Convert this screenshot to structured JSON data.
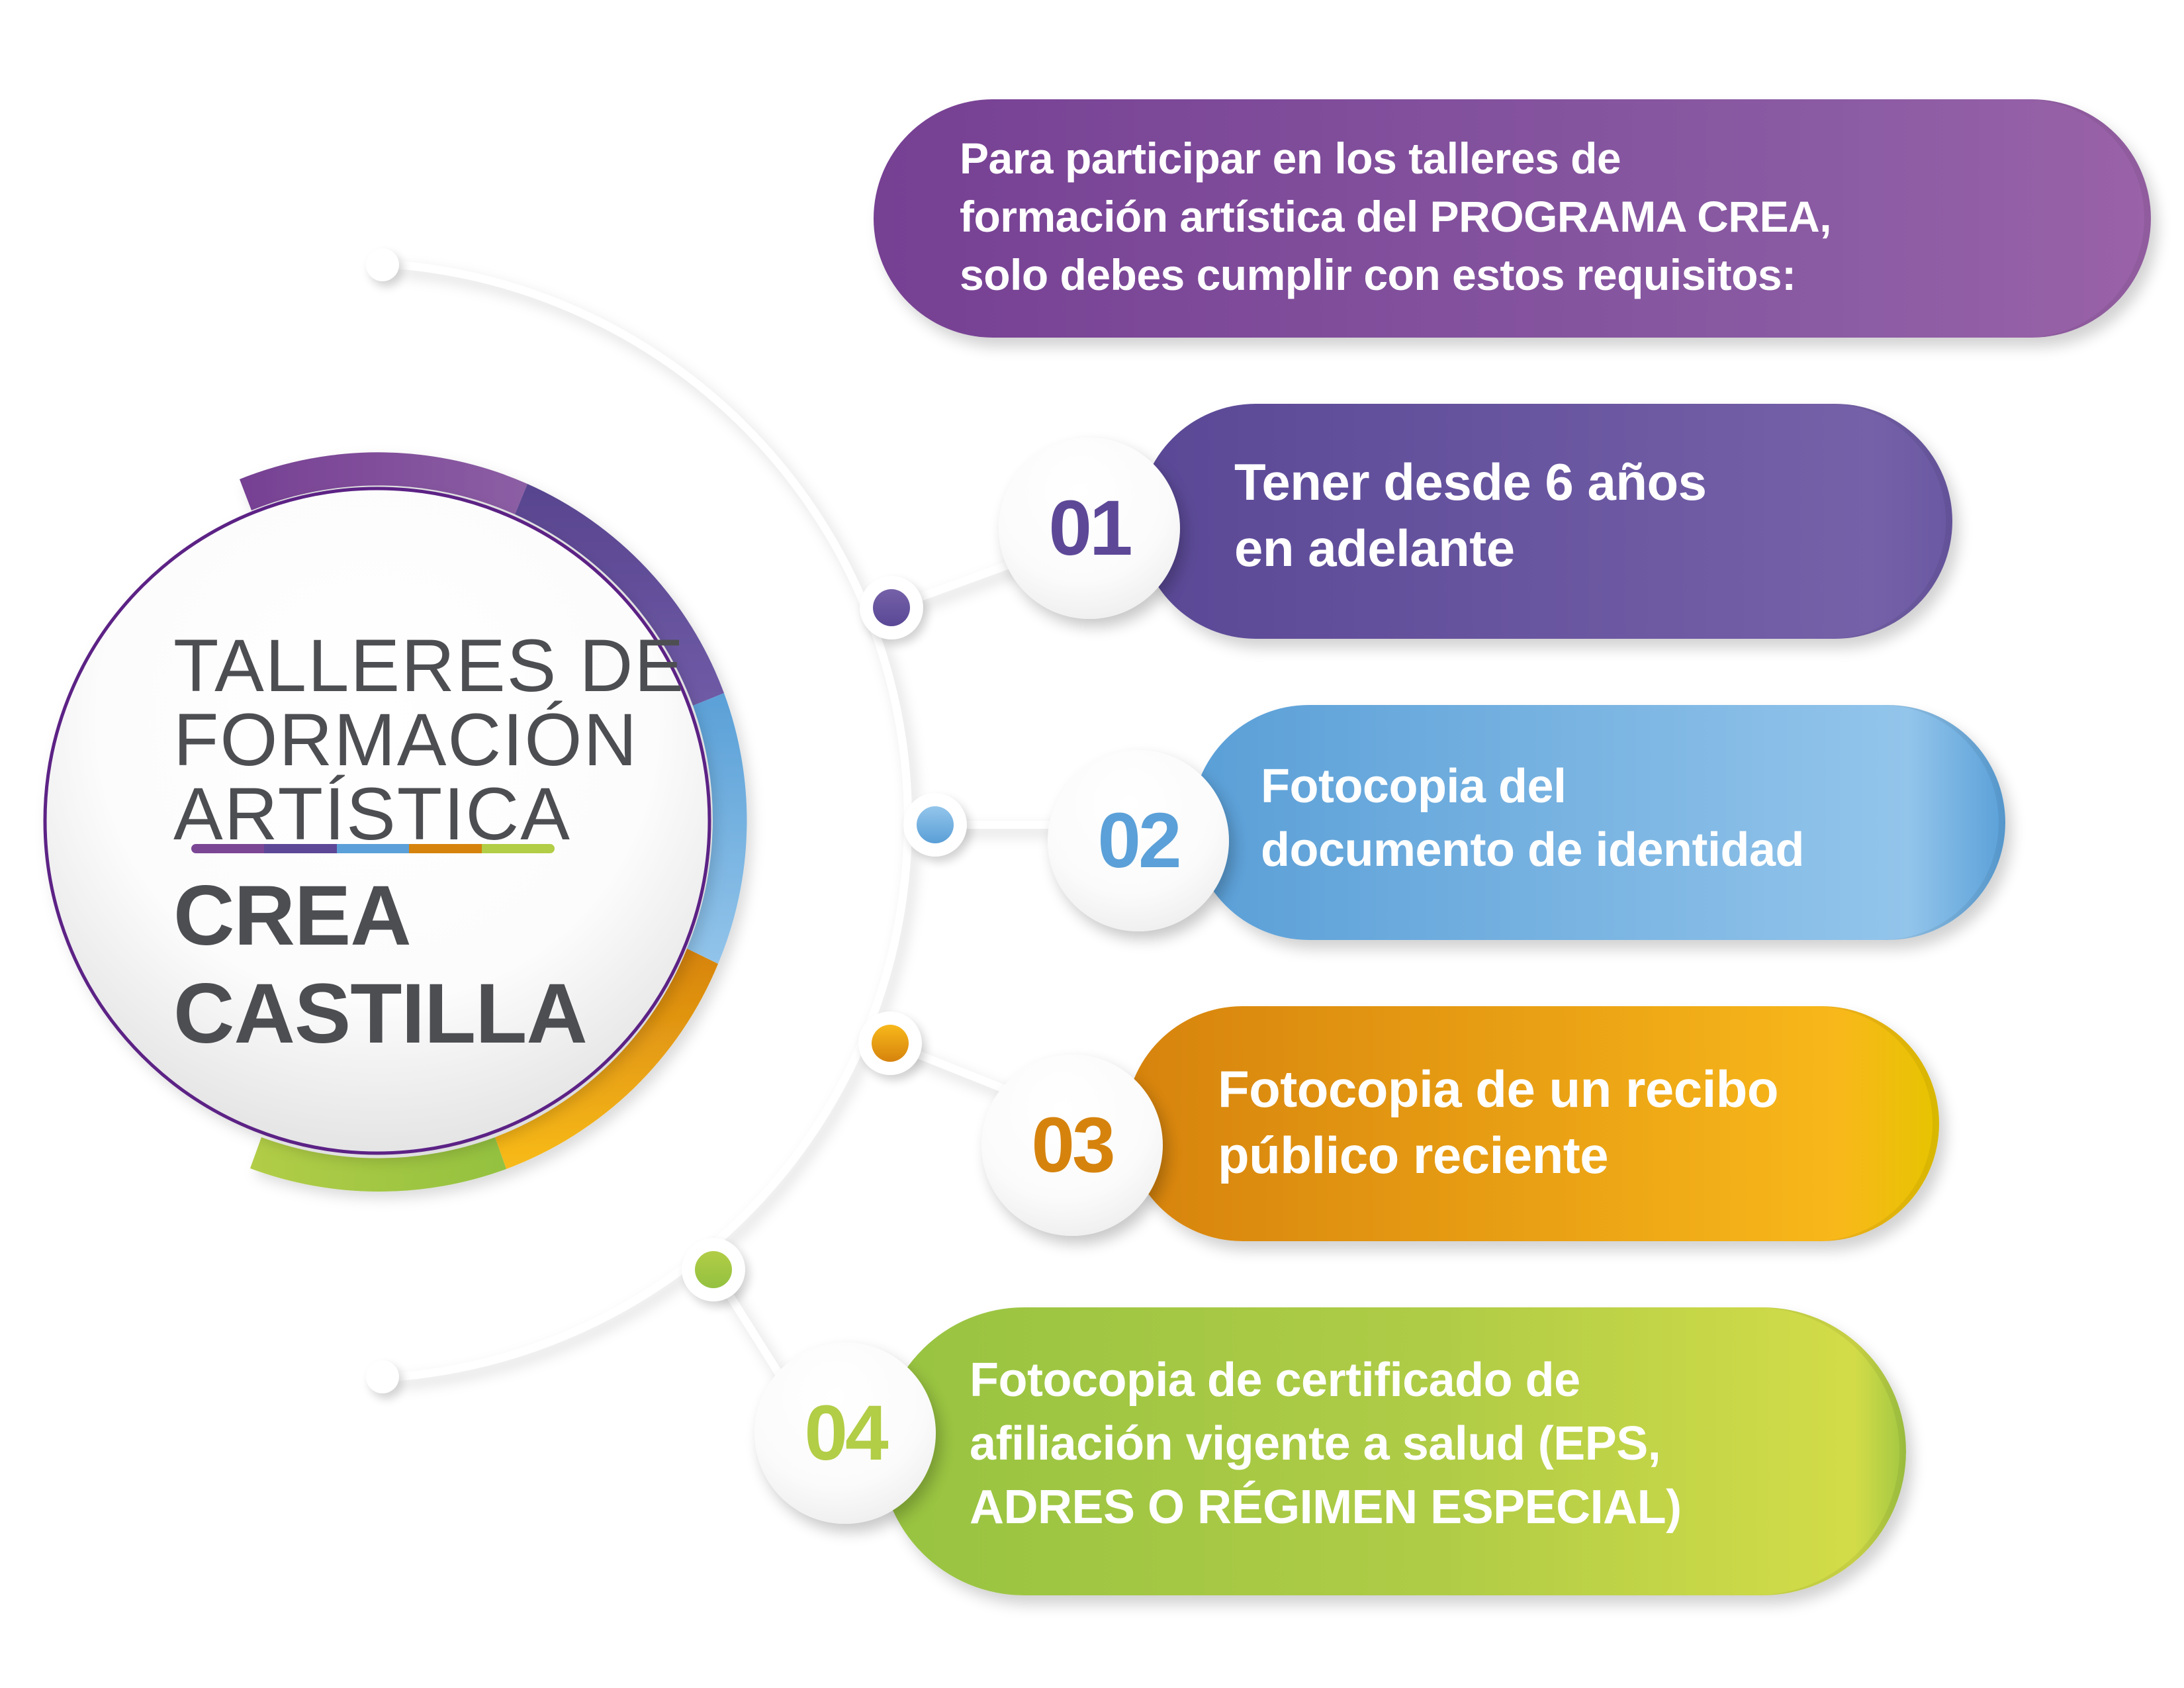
{
  "badge": {
    "line1": "TALLERES DE",
    "line2": "FORMACIÓN",
    "line3": "ARTÍSTICA",
    "name1": "CREA",
    "name2": "CASTILLA",
    "text_color": "#4d4e52",
    "rainbow_colors": [
      "#7b4795",
      "#5d4897",
      "#5ba0d8",
      "#d6830d",
      "#b2cd46"
    ]
  },
  "banner": {
    "line1": "Para participar en los talleres de",
    "line2": "formación artística del PROGRAMA CREA,",
    "line3": "solo debes cumplir con estos requisitos:",
    "gradient": [
      "#764093",
      "#9a62a8"
    ]
  },
  "requirements": [
    {
      "number": "01",
      "lines": [
        "Tener desde 6 años",
        "en adelante"
      ],
      "color": "#5d4897",
      "gradient": [
        "#5a4896",
        "#7561a8"
      ]
    },
    {
      "number": "02",
      "lines": [
        "Fotocopia del",
        "documento de identidad"
      ],
      "color": "#5ba0d8",
      "gradient": [
        "#5a9fd7",
        "#93c5eb"
      ]
    },
    {
      "number": "03",
      "lines": [
        "Fotocopia de un recibo",
        "público reciente"
      ],
      "color": "#d6830d",
      "gradient": [
        "#d6830d",
        "#f6b81c"
      ]
    },
    {
      "number": "04",
      "lines": [
        "Fotocopia de certificado de",
        "afiliación vigente a salud (EPS,",
        "ADRES O RÉGIMEN ESPECIAL)"
      ],
      "color": "#b2cd46",
      "gradient": [
        "#97c341",
        "#d2dc48"
      ]
    }
  ]
}
